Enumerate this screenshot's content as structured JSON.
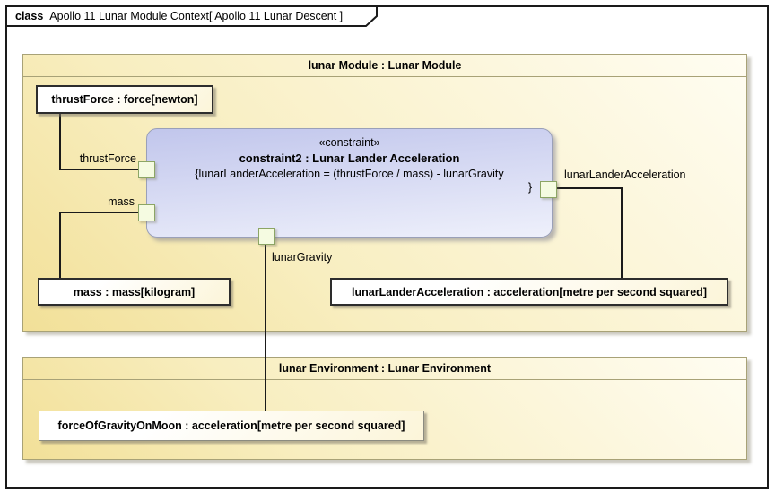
{
  "frame": {
    "keyword": "class",
    "diagram_name": "Apollo 11 Lunar Module Context",
    "diagram_context": "[ Apollo 11 Lunar Descent ]"
  },
  "lunar_module": {
    "header": "lunar Module : Lunar Module",
    "parts": {
      "thrust_force": "thrustForce : force[newton]",
      "mass": "mass : mass[kilogram]",
      "lunar_lander_acceleration": "lunarLanderAcceleration : acceleration[metre per second squared]"
    }
  },
  "constraint_block": {
    "stereotype": "«constraint»",
    "title": "constraint2 : Lunar Lander Acceleration",
    "equation_line": "{lunarLanderAcceleration = (thrustForce / mass) - lunarGravity",
    "equation_close": "}",
    "port_labels": {
      "thrust_force": "thrustForce",
      "mass": "mass",
      "lunar_gravity": "lunarGravity",
      "lunar_lander_acceleration": "lunarLanderAcceleration"
    }
  },
  "lunar_environment": {
    "header": "lunar Environment : Lunar Environment",
    "parts": {
      "force_of_gravity_on_moon": "forceOfGravityOnMoon : acceleration[metre per second squared]"
    }
  },
  "colors": {
    "frame_border": "#1a1a1a",
    "connector": "#1a1a1a",
    "container_fill_a": "#f2e098",
    "container_fill_b": "#fffdf2",
    "container_border": "#a8a277",
    "constraint_fill_a": "#c1c6ec",
    "constraint_fill_b": "#eef0fb",
    "constraint_border": "#9aa0b8",
    "port_fill": "#f5fbe1",
    "port_border": "#8ca565",
    "value_fill_a": "#ffffff",
    "value_fill_b": "#fcf5d9",
    "value_border_dark": "#2d2d2d",
    "value_border_gray": "#8b8b80"
  }
}
